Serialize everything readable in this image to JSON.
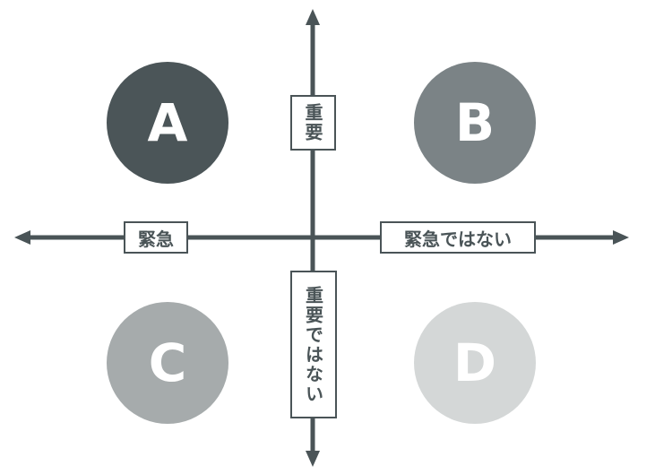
{
  "quadrants": [
    {
      "letter": "A",
      "color": "#4b5558"
    },
    {
      "letter": "B",
      "color": "#7b8386"
    },
    {
      "letter": "C",
      "color": "#a6abac"
    },
    {
      "letter": "D",
      "color": "#d4d7d7"
    }
  ],
  "axis_color": "#4a5457",
  "labels": {
    "important": "重要",
    "not_important": "重要ではない",
    "urgent": "緊急",
    "not_urgent": "緊急ではない"
  }
}
